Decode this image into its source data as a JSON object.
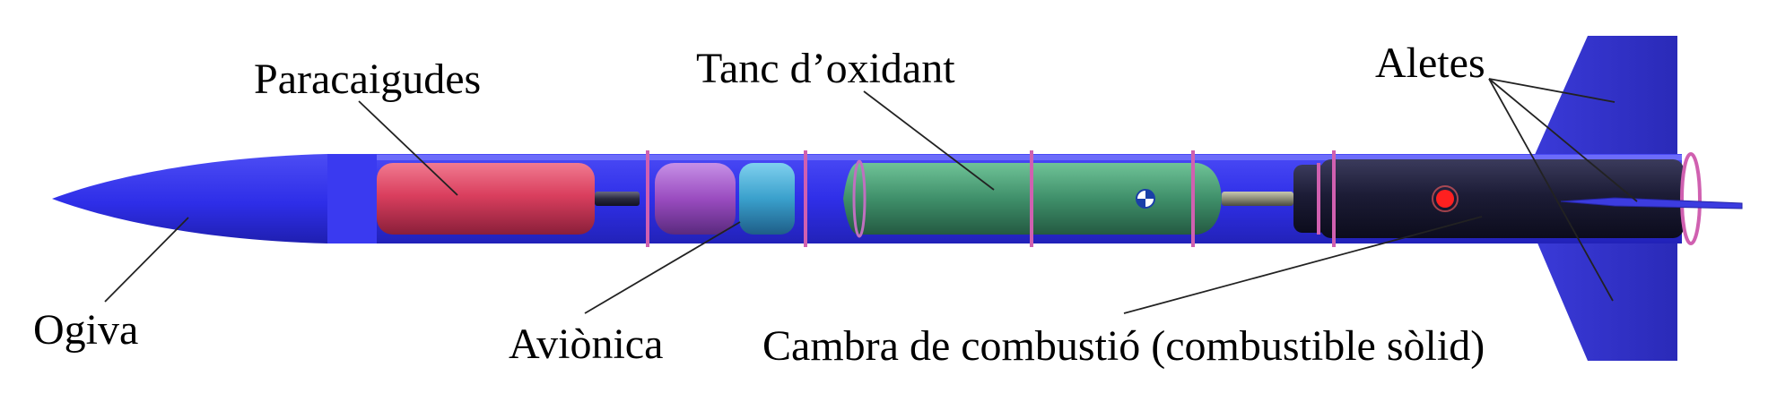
{
  "labels": {
    "ogiva": "Ogiva",
    "paracaigudes": "Paracaigudes",
    "avionica": "Aviònica",
    "tanc_oxidant": "Tanc d’oxidant",
    "cambra": "Cambra de combustió (combustible sòlid)",
    "aletes": "Aletes"
  },
  "colors": {
    "body_blue": "#2e2ee6",
    "nose_blue": "#3333ee",
    "fin_blue": "#3535d0",
    "parachute": "#d63a5a",
    "avionics_purple": "#9a4cc0",
    "avionics_cyan": "#3aa0cc",
    "oxidizer_tank": "#3f8f6a",
    "combustion_chamber": "#1a1a33",
    "ring_pink": "#d060b0",
    "cg_marker": "#ff2020",
    "leader_line": "#222222"
  }
}
